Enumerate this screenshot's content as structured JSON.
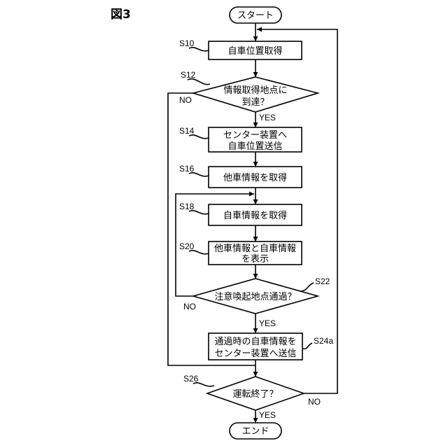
{
  "figure_title": "図3",
  "nodes": {
    "start": "スタート",
    "s10": "自車位置取得",
    "s12": [
      "情報取得地点に",
      "到達？"
    ],
    "s14": [
      "センター装置へ",
      "自車位置送信"
    ],
    "s16": "他車情報を取得",
    "s18": "自車情報を取得",
    "s20": [
      "他車情報と自車情報",
      "を表示"
    ],
    "s22": "注意喚起地点通過？",
    "s24a": [
      "通過時の自車情報を",
      "センター装置へ送信"
    ],
    "s26": "運転終了？",
    "end": "エンド"
  },
  "step_labels": {
    "s10": "S10",
    "s12": "S12",
    "s14": "S14",
    "s16": "S16",
    "s18": "S18",
    "s20": "S20",
    "s22": "S22",
    "s24a": "S24a",
    "s26": "S26"
  },
  "branch_labels": {
    "s12_no": "NO",
    "s12_yes": "YES",
    "s22_no": "NO",
    "s22_yes": "YES",
    "s26_no": "NO",
    "s26_yes": "YES"
  }
}
